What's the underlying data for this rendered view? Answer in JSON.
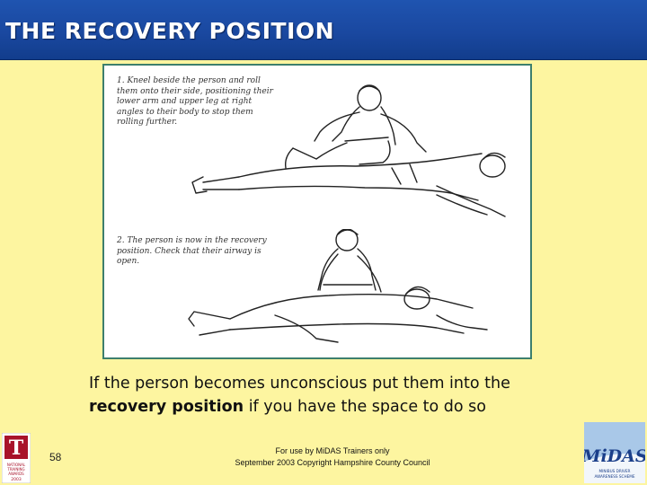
{
  "slide": {
    "title": "THE RECOVERY POSITION"
  },
  "illustration": {
    "step1_text": "1.  Kneel beside the person and roll them onto their side, positioning their lower arm and upper leg at right angles to their body to stop them rolling further.",
    "step2_text": "2.  The person is now in the recovery position. Check that their airway is open."
  },
  "caption": {
    "line1": "If the person becomes unconscious put them into the",
    "bold": "recovery position",
    "rest": " if you have the space to do so"
  },
  "footer": {
    "page_number": "58",
    "line1": "For use by MiDAS Trainers only",
    "line2": "September 2003  Copyright Hampshire County Council"
  },
  "logos": {
    "award_letter": "T",
    "award_text": "NATIONAL TRAINING AWARDS 2003",
    "midas_name": "MiDAS",
    "midas_sub": "MINIBUS DRIVER AWARENESS SCHEME"
  },
  "colors": {
    "background": "#fdf5a0",
    "title_bar": "#1a48a0",
    "frame": "#3d7f6d"
  }
}
